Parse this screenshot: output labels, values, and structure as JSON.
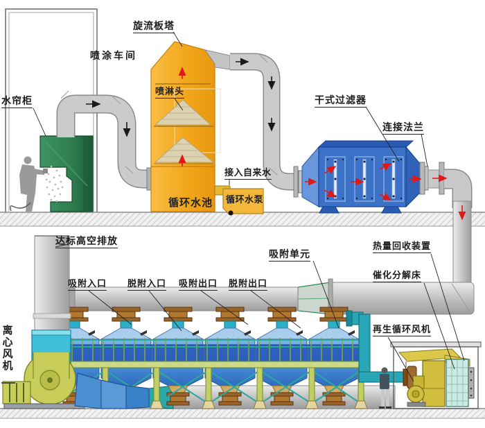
{
  "labels": {
    "cyclone_tower": "旋流板塔",
    "spray_workshop": "喷涂车间",
    "water_curtain": "水帘柜",
    "spray_head": "喷淋头",
    "tap_water": "接入自来水",
    "circulating_pool": "循环水池",
    "circulating_pump": "循环水泵",
    "dry_filter": "干式过滤器",
    "connect_flange": "连接法兰",
    "high_discharge": "达标高空排放",
    "adsorption_inlet": "吸附入口",
    "desorption_inlet": "脱附入口",
    "adsorption_outlet": "吸附出口",
    "desorption_outlet": "脱附出口",
    "adsorption_unit": "吸附单元",
    "heat_recovery": "热量回收装置",
    "catalytic_bed": "催化分解床",
    "regen_fan": "再生循环风机",
    "centrifugal_fan": "离心风机"
  },
  "colors": {
    "tower_yellow": "#F2A71B",
    "filter_blue": "#3B72C8",
    "tank_blue": "#4A90D9",
    "cabinet_green": "#2E7D4F",
    "duct_gray": "#C9C9C9",
    "frame_green": "#C2CE66",
    "brace_teal": "#2AA8A0",
    "pipe_teal": "#2AA8B8",
    "flange_brown": "#9A6428",
    "equipment_yellow": "#D2BE3E",
    "arrow_red": "#E01818",
    "arrow_black": "#1A1A1A"
  }
}
